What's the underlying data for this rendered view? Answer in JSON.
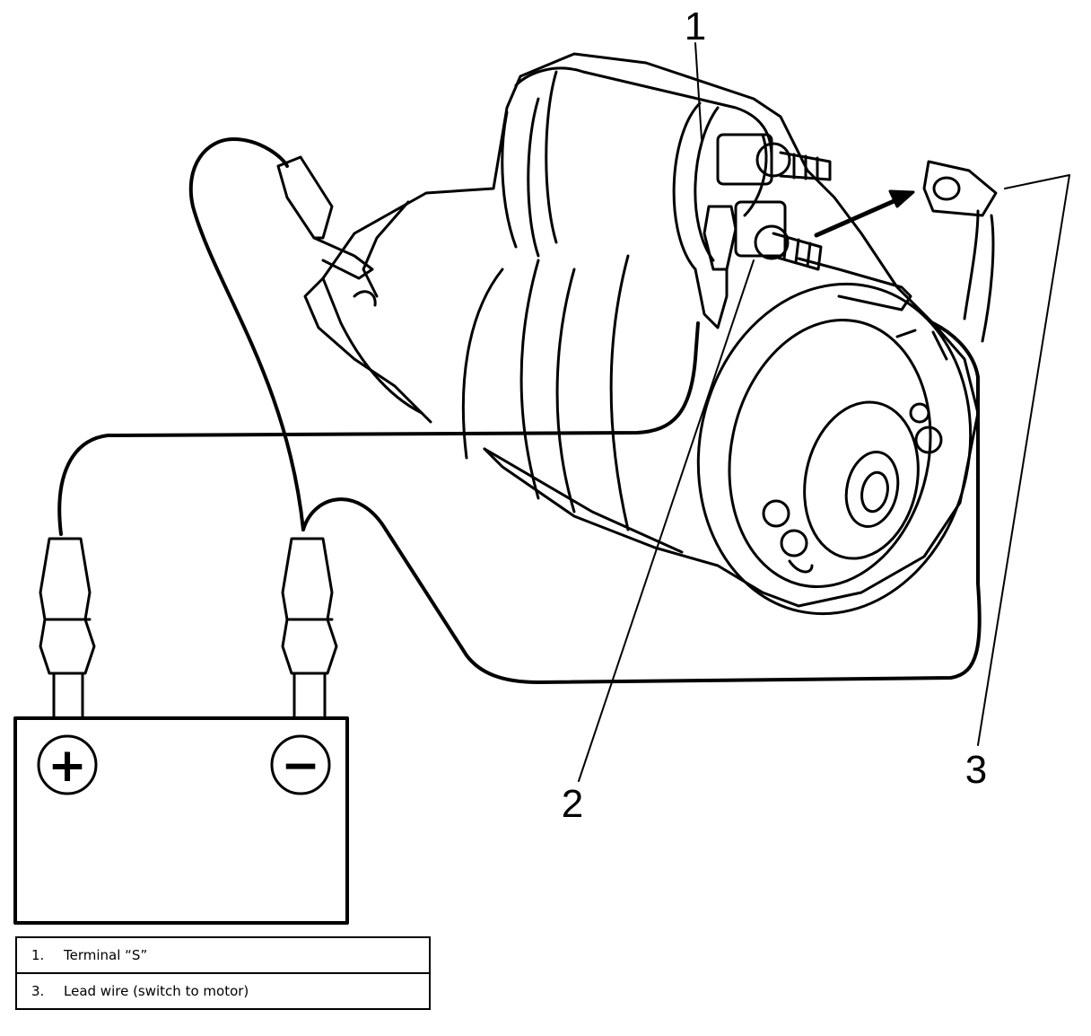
{
  "callouts": [
    {
      "id": "1",
      "text": "1"
    },
    {
      "id": "2",
      "text": "2"
    },
    {
      "id": "3",
      "text": "3"
    }
  ],
  "battery": {
    "positive_symbol": "+",
    "negative_symbol": "−"
  },
  "legend": [
    {
      "number": "1.",
      "label": "Terminal “S”"
    },
    {
      "number": "3.",
      "label": "Lead wire (switch to motor)"
    }
  ],
  "colors": {
    "line": "#000000",
    "background": "#ffffff"
  }
}
